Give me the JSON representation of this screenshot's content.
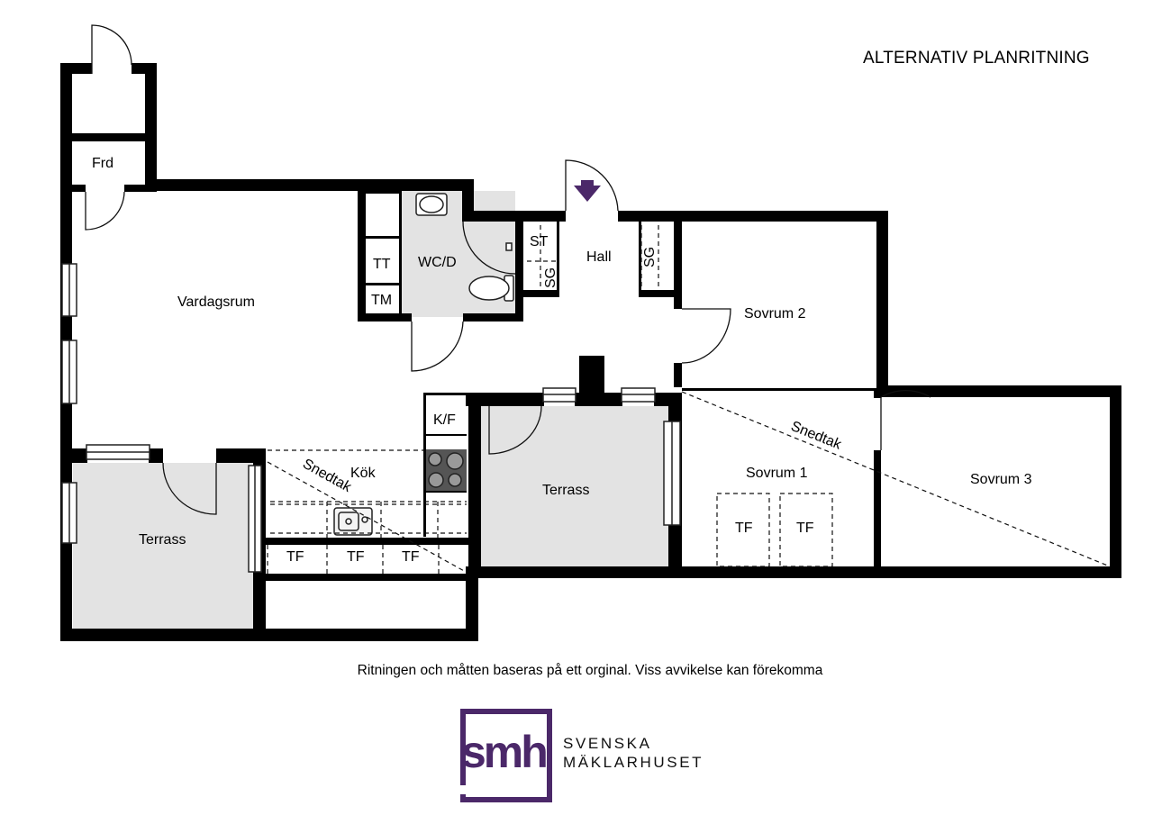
{
  "header": {
    "title": "ALTERNATIV PLANRITNING"
  },
  "rooms": {
    "frd": "Frd",
    "vardagsrum": "Vardagsrum",
    "wc": "WC/D",
    "tt": "TT",
    "tm": "TM",
    "st": "ST",
    "sg_hall": "SG",
    "hall": "Hall",
    "sg_sovrum2": "SG",
    "sovrum2": "Sovrum 2",
    "kf": "K/F",
    "kok": "Kök",
    "snedtak_kok": "Snedtak",
    "terrass_left": "Terrass",
    "terrass_mid": "Terrass",
    "tf_kok_1": "TF",
    "tf_kok_2": "TF",
    "tf_kok_3": "TF",
    "sovrum1": "Sovrum 1",
    "snedtak_sovrum": "Snedtak",
    "tf_sovrum_1": "TF",
    "tf_sovrum_2": "TF",
    "sovrum3": "Sovrum 3"
  },
  "footer": {
    "disclaimer": "Ritningen och måtten baseras på ett orginal. Viss avvikelse kan förekomma",
    "logo_text": "smh",
    "brand_line1": "SVENSKA",
    "brand_line2": "MÄKLARHUSET"
  },
  "colors": {
    "wall": "#000000",
    "floor_grey": "#e3e3e3",
    "brand_purple": "#4b2869",
    "entrance_arrow": "#4b2869"
  }
}
